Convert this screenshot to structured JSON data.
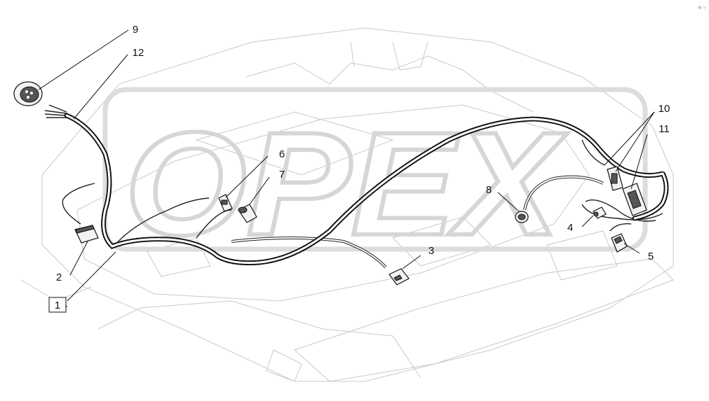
{
  "watermark": {
    "text": "OPEX"
  },
  "callouts": {
    "c1": "1",
    "c2": "2",
    "c3": "3",
    "c4": "4",
    "c5": "5",
    "c6": "6",
    "c7": "7",
    "c8": "8",
    "c9": "9",
    "c10": "10",
    "c11": "11",
    "c12": "12"
  },
  "corner_mark": "⊕ ≈"
}
